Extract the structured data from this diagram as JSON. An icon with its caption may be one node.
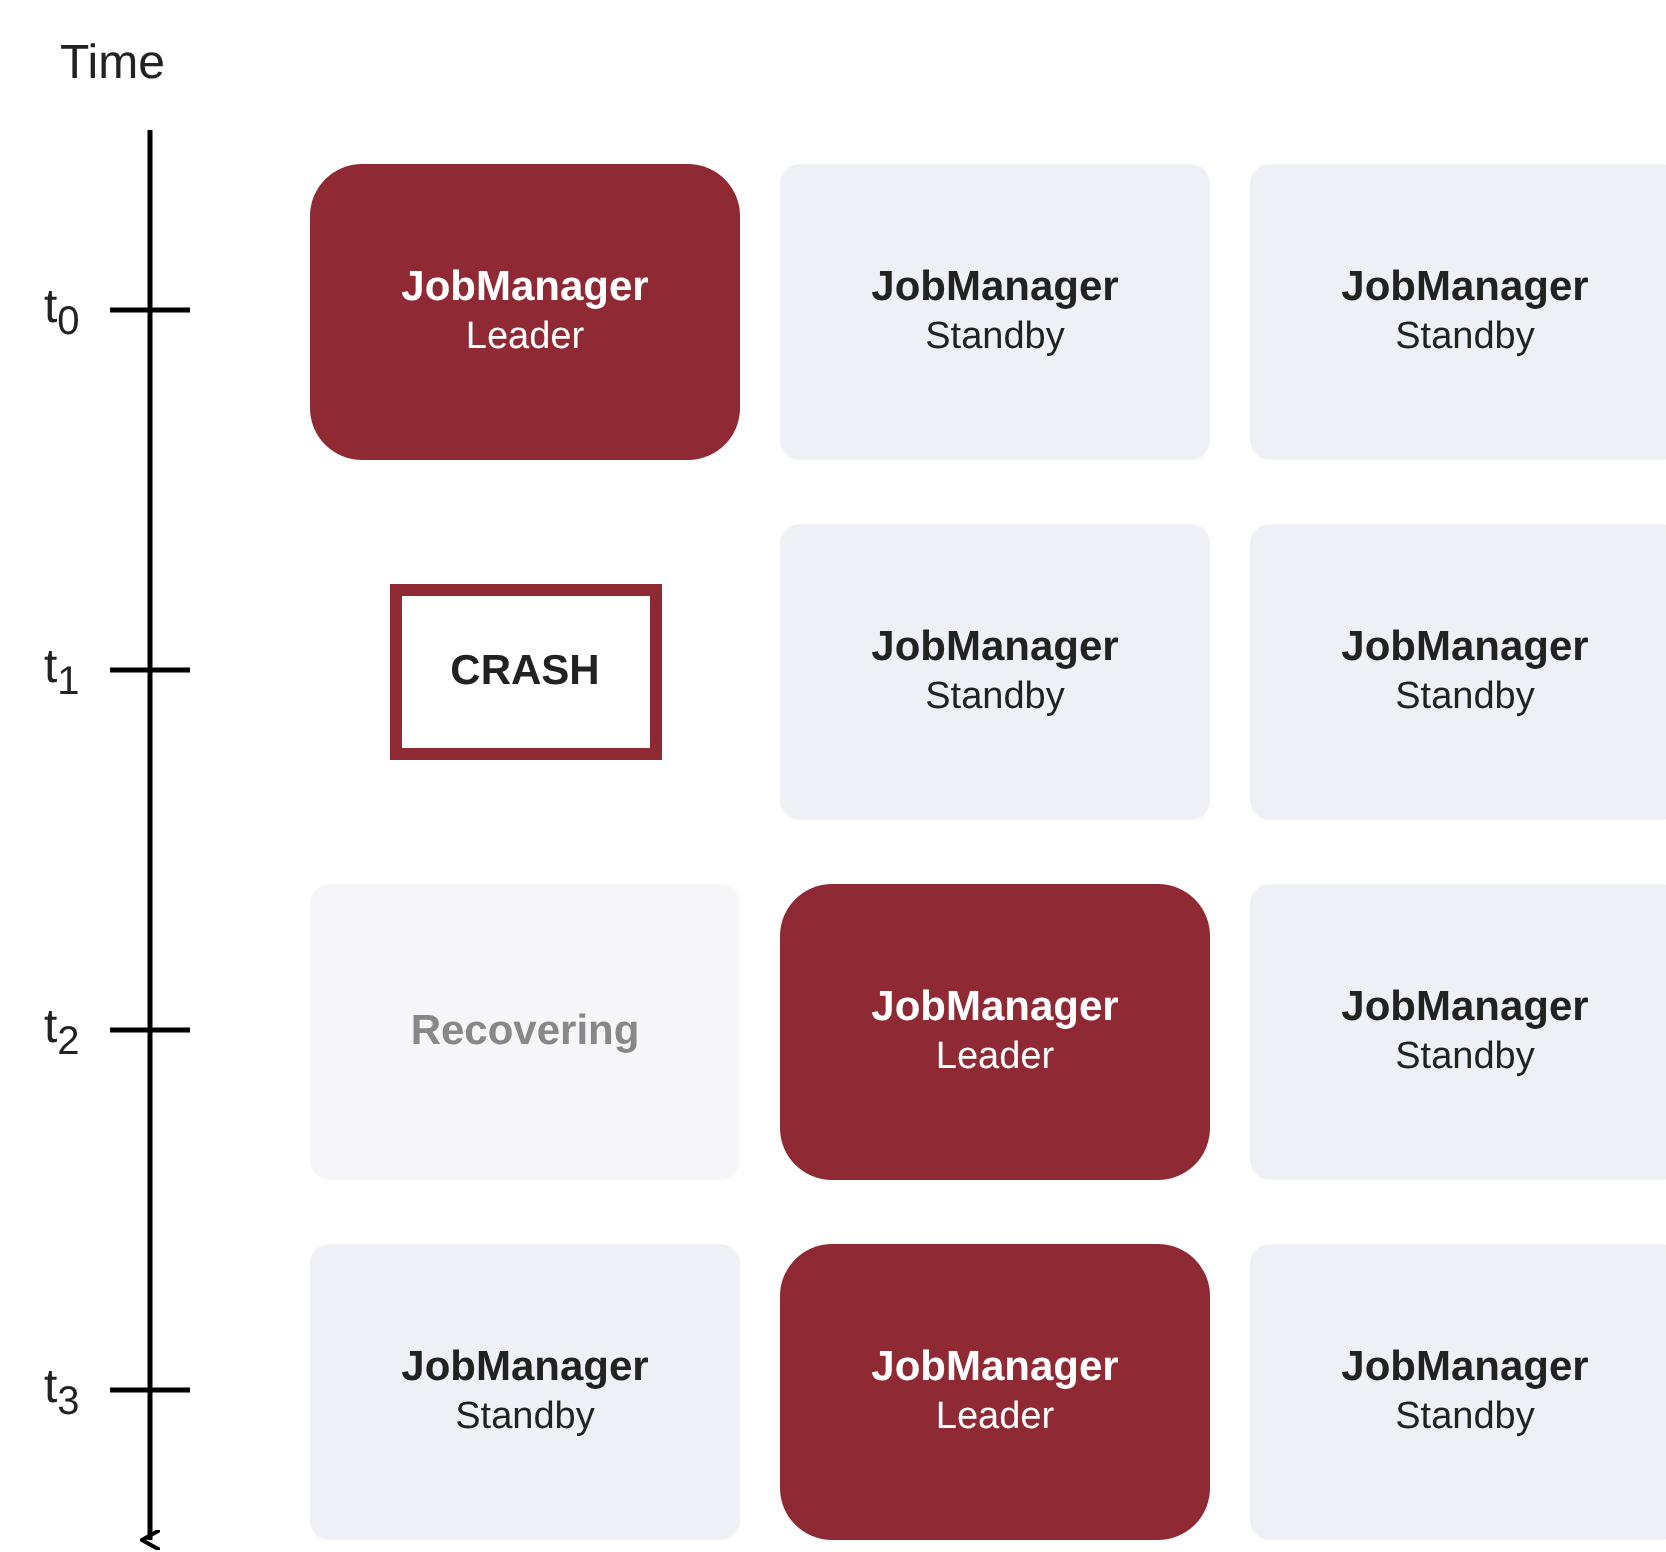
{
  "diagram": {
    "nodes": [
      {
        "text": [
          "JobManager",
          "Leader"
        ]
      },
      {
        "text": [
          "JobManager",
          "Standby"
        ]
      },
      {
        "text": [
          "JobManager",
          "Standby"
        ]
      },
      {
        "text": [
          "CRASH"
        ]
      },
      {
        "text": [
          "JobManager",
          "Standby"
        ]
      },
      {
        "text": [
          "JobManager",
          "Standby"
        ]
      },
      {
        "text": [
          "Recovering"
        ]
      },
      {
        "text": [
          "JobManager",
          "Leader"
        ]
      },
      {
        "text": [
          "JobManager",
          "Standby"
        ]
      },
      {
        "text": [
          "JobManager",
          "Standby"
        ]
      },
      {
        "text": [
          "JobManager",
          "Leader"
        ]
      },
      {
        "text": [
          "JobManager",
          "Standby"
        ]
      }
    ],
    "labels": [
      "Time",
      "t$_{0}$",
      "t$_{1}$",
      "t$_{2}$",
      "t$_{3}$"
    ]
  }
}
